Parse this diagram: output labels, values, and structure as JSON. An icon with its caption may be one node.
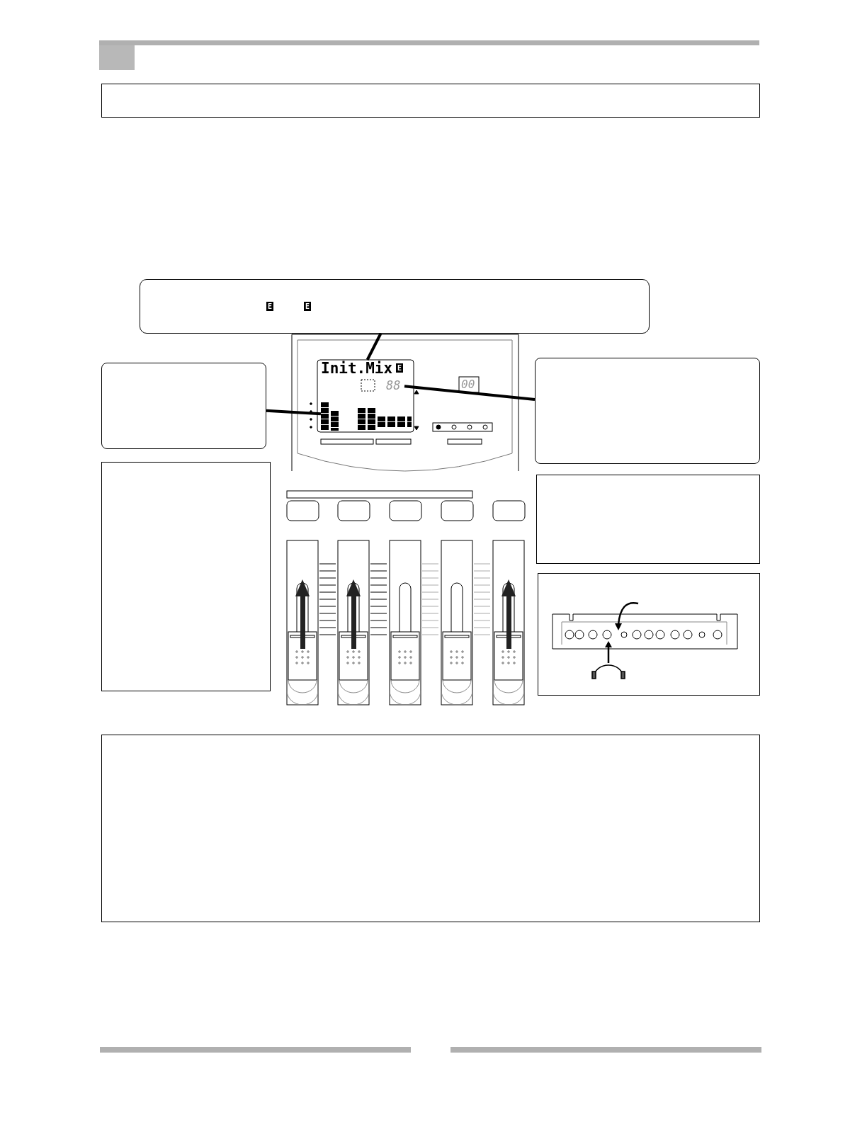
{
  "diagram": {
    "nodes": [
      {
        "text": [],
        "shape": "box"
      },
      {
        "text": [
          "E",
          "E"
        ]
      },
      {
        "text": [],
        "shape": "box"
      },
      {
        "text": [],
        "shape": "box"
      },
      {
        "text": [],
        "shape": "box"
      },
      {
        "text": [],
        "shape": "box"
      },
      {
        "text": [],
        "shape": "box"
      },
      {
        "text": [],
        "shape": "box"
      },
      {
        "text": [
          "Init.Mix",
          "E"
        ]
      },
      {
        "text": [],
        "shape": "bar"
      },
      {
        "text": [
          "88"
        ]
      }
    ],
    "edges": [
      {
        "from": 1,
        "to": 8,
        "arrow": "none"
      },
      {
        "from": 2,
        "to": 9,
        "arrow": "none"
      },
      {
        "from": 3,
        "to": 10,
        "arrow": "none"
      }
    ],
    "labels": [
      "00"
    ]
  }
}
